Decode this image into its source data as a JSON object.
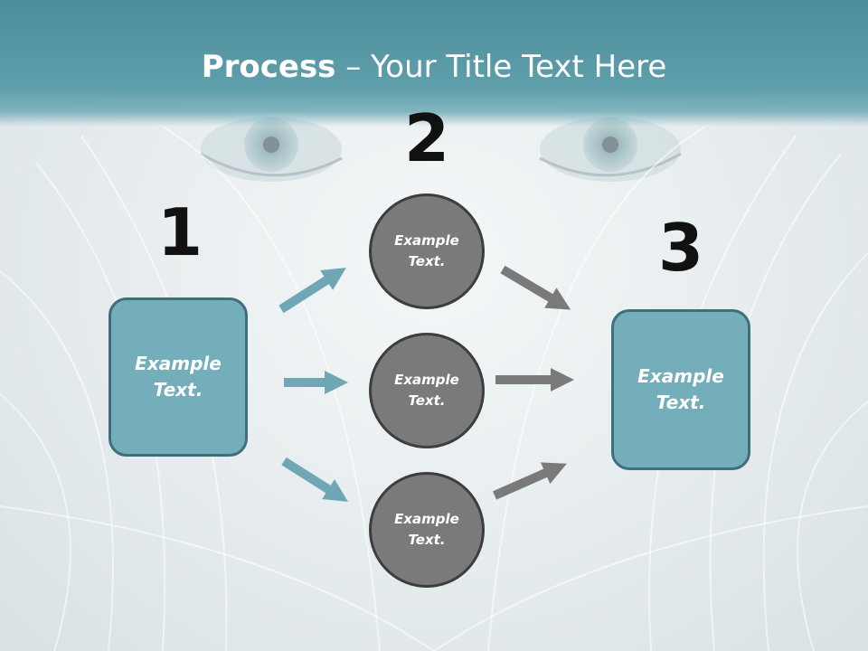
{
  "title": {
    "bold": "Process",
    "rest": " – Your Title Text Here"
  },
  "steps": [
    {
      "number": "1",
      "label": "Example\nText."
    },
    {
      "number": "2",
      "label": ""
    },
    {
      "number": "3",
      "label": "Example\nText."
    }
  ],
  "circles": [
    {
      "label": "Example\nText."
    },
    {
      "label": "Example\nText."
    },
    {
      "label": "Example\nText."
    }
  ],
  "colors": {
    "header": "#5f9fab",
    "box": "#74aebb",
    "circle": "#7a7a7a",
    "arrow_teal": "#6fa7b4",
    "arrow_gray": "#7a7a7a"
  }
}
